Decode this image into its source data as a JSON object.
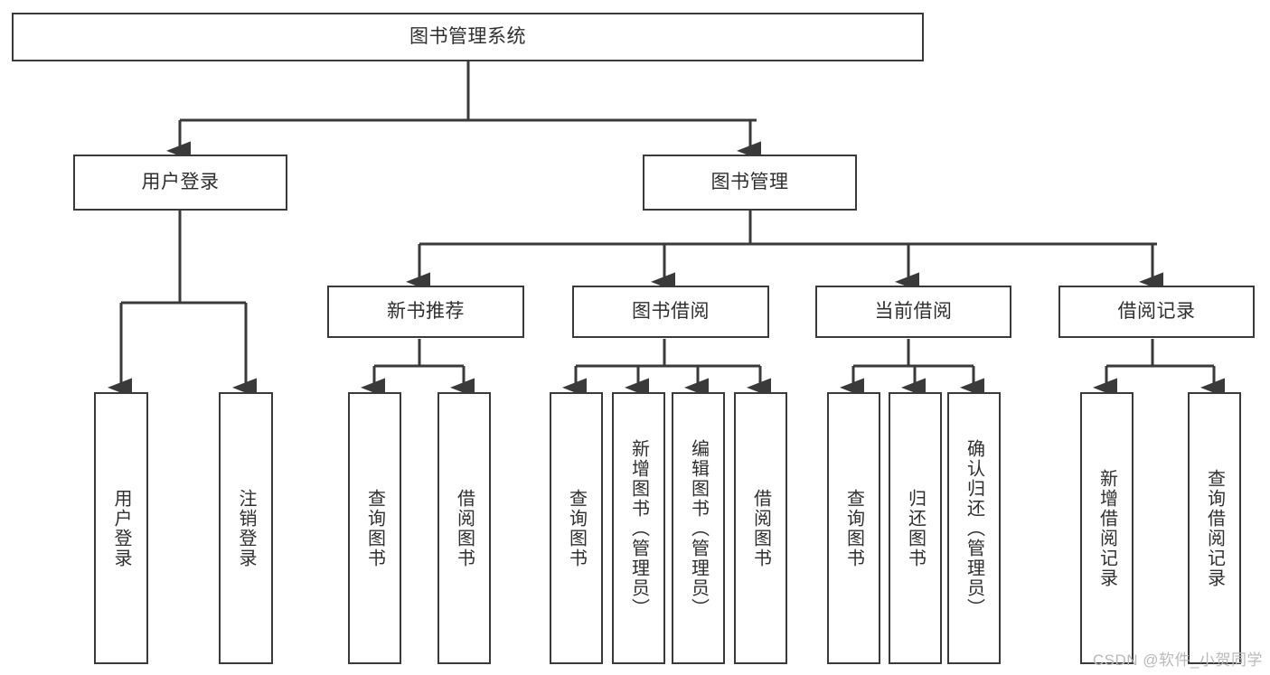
{
  "diagram": {
    "type": "tree",
    "title": "图书管理系统",
    "root": {
      "id": "root",
      "label": "图书管理系统"
    },
    "level2": [
      {
        "id": "user-login",
        "label": "用户登录"
      },
      {
        "id": "book-manage",
        "label": "图书管理"
      }
    ],
    "level3": [
      {
        "id": "new-book-recommend",
        "label": "新书推荐"
      },
      {
        "id": "book-borrow",
        "label": "图书借阅"
      },
      {
        "id": "current-borrow",
        "label": "当前借阅"
      },
      {
        "id": "borrow-record",
        "label": "借阅记录"
      }
    ],
    "leaves": {
      "user_login": [
        {
          "id": "leaf-user-login",
          "label": "用户登录"
        },
        {
          "id": "leaf-logout-login",
          "label": "注销登录"
        }
      ],
      "new_book_recommend": [
        {
          "id": "leaf-query-book-1",
          "label": "查询图书"
        },
        {
          "id": "leaf-borrow-book-1",
          "label": "借阅图书"
        }
      ],
      "book_borrow": [
        {
          "id": "leaf-query-book-2",
          "label": "查询图书"
        },
        {
          "id": "leaf-add-book",
          "label": "新增图书（管理员）"
        },
        {
          "id": "leaf-edit-book",
          "label": "编辑图书（管理员）"
        },
        {
          "id": "leaf-borrow-book-2",
          "label": "借阅图书"
        }
      ],
      "current_borrow": [
        {
          "id": "leaf-query-book-3",
          "label": "查询图书"
        },
        {
          "id": "leaf-return-book",
          "label": "归还图书"
        },
        {
          "id": "leaf-confirm-return",
          "label": "确认归还（管理员）"
        }
      ],
      "borrow_record": [
        {
          "id": "leaf-add-record",
          "label": "新增借阅记录"
        },
        {
          "id": "leaf-query-record",
          "label": "查询借阅记录"
        }
      ]
    }
  },
  "watermark": {
    "text": "CSDN @软件_小贺同学"
  },
  "colors": {
    "stroke": "#3a3a3a",
    "text": "#2f2f2f",
    "background": "#ffffff",
    "watermark": "#b9b9b9"
  }
}
